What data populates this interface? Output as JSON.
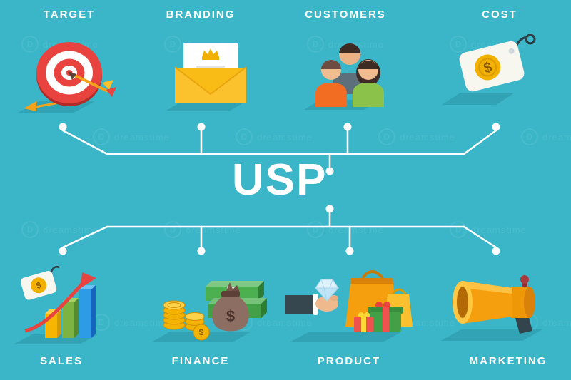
{
  "title": {
    "text": "USP"
  },
  "top_items": [
    {
      "label": "TARGET"
    },
    {
      "label": "BRANDING"
    },
    {
      "label": "CUSTOMERS"
    },
    {
      "label": "COST"
    }
  ],
  "bottom_items": [
    {
      "label": "SALES"
    },
    {
      "label": "FINANCE"
    },
    {
      "label": "PRODUCT"
    },
    {
      "label": "MARKETING"
    }
  ],
  "glyphs": {
    "dollar": "$"
  },
  "watermark": {
    "letter": "D",
    "brand": "dreamstime"
  },
  "colors": {
    "background": "#3ab6c8",
    "line": "#ffffff",
    "accent_red": "#e8433f",
    "accent_gold": "#f2b100",
    "accent_orange": "#f59f0e",
    "accent_green": "#7cb342",
    "accent_blue": "#2e9be6",
    "dark": "#37474f"
  }
}
